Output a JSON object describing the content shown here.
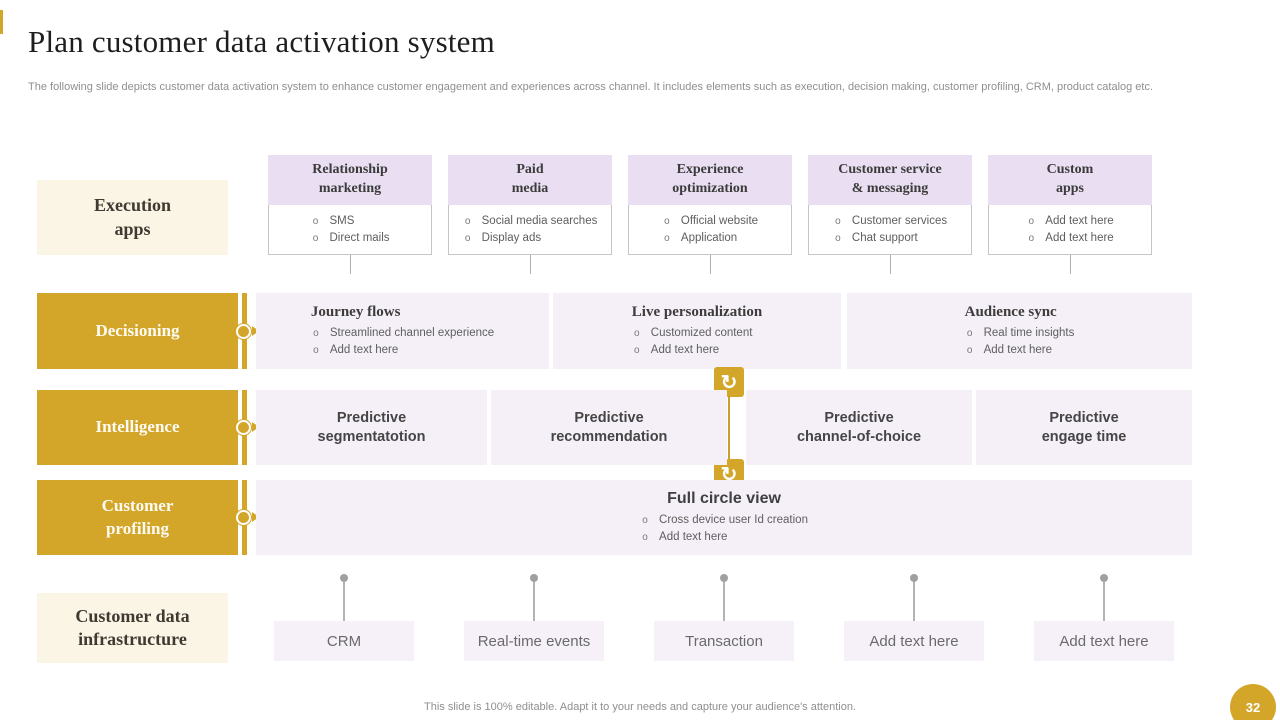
{
  "slide": {
    "title": "Plan customer data activation system",
    "subtitle": "The following slide depicts customer data activation system to enhance customer engagement and experiences across channel. It includes elements such as execution, decision making,  customer profiling, CRM, product catalog etc.",
    "footer": "This slide is 100% editable.  Adapt it to your needs and capture your audience's attention.",
    "page_number": "32"
  },
  "rows": {
    "execution": {
      "label_line1": "Execution",
      "label_line2": "apps",
      "boxes": [
        {
          "title_line1": "Relationship",
          "title_line2": "marketing",
          "items": [
            "SMS",
            "Direct mails"
          ]
        },
        {
          "title_line1": "Paid",
          "title_line2": "media",
          "items": [
            "Social media searches",
            "Display ads"
          ]
        },
        {
          "title_line1": "Experience",
          "title_line2": "optimization",
          "items": [
            "Official website",
            "Application"
          ]
        },
        {
          "title_line1": "Customer service",
          "title_line2": "& messaging",
          "items": [
            "Customer services",
            "Chat support"
          ]
        },
        {
          "title_line1": "Custom",
          "title_line2": "apps",
          "items": [
            "Add text here",
            "Add text here"
          ]
        }
      ]
    },
    "decisioning": {
      "label": "Decisioning",
      "panels": [
        {
          "title": "Journey flows",
          "items": [
            "Streamlined channel experience",
            "Add text here"
          ]
        },
        {
          "title": "Live personalization",
          "items": [
            "Customized content",
            "Add text here"
          ]
        },
        {
          "title": "Audience sync",
          "items": [
            "Real time insights",
            "Add text here"
          ]
        }
      ]
    },
    "intelligence": {
      "label": "Intelligence",
      "cells": [
        {
          "line1": "Predictive",
          "line2": "segmentatotion"
        },
        {
          "line1": "Predictive",
          "line2": "recommendation"
        },
        {
          "line1": "Predictive",
          "line2": "channel-of-choice"
        },
        {
          "line1": "Predictive",
          "line2": "engage time"
        }
      ]
    },
    "profiling": {
      "label_line1": "Customer",
      "label_line2": "profiling",
      "panel": {
        "title": "Full circle view",
        "items": [
          "Cross device user Id creation",
          "Add text here"
        ]
      }
    },
    "infrastructure": {
      "label_line1": "Customer data",
      "label_line2": "infrastructure",
      "boxes": [
        "CRM",
        "Real-time events",
        "Transaction",
        "Add text here",
        "Add text here"
      ]
    }
  },
  "glyphs": {
    "bullet": "o",
    "sync": "↻"
  },
  "colors": {
    "gold": "#d3a62a",
    "lavender_header": "#eadff2",
    "panel": "#f5f0f8",
    "cream": "#fbf5e5"
  }
}
